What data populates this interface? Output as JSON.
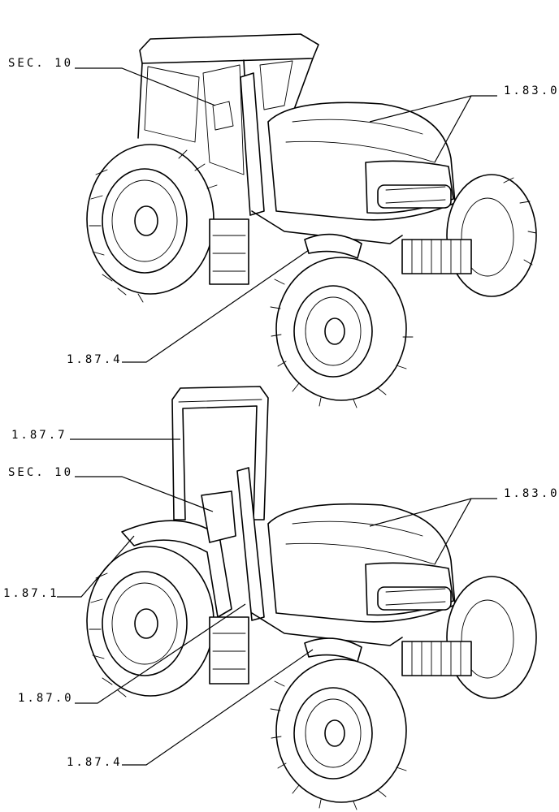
{
  "top_view": {
    "callouts": {
      "sec": "SEC. 10",
      "hood": "1.83.0",
      "fender": "1.87.4"
    }
  },
  "bottom_view": {
    "callouts": {
      "rops": "1.87.7",
      "sec": "SEC. 10",
      "hood": "1.83.0",
      "rear_fender": "1.87.1",
      "platform": "1.87.0",
      "fender": "1.87.4"
    }
  }
}
